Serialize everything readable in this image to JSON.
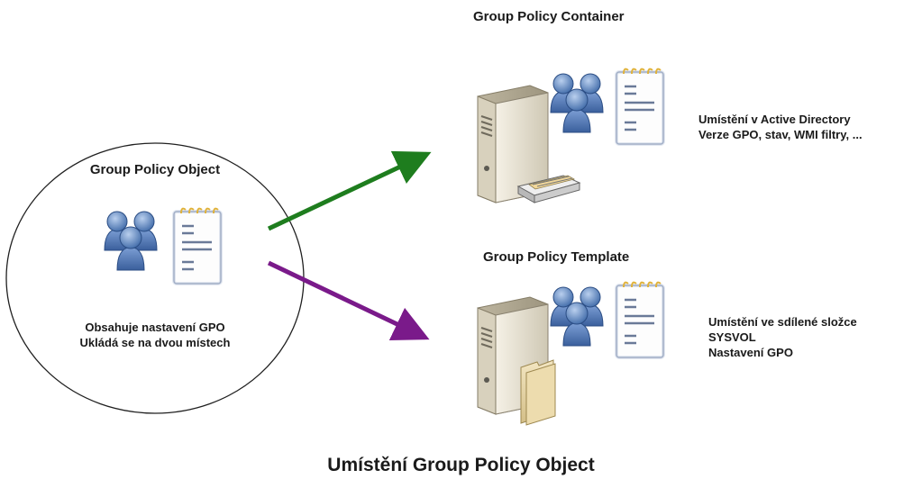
{
  "gpo": {
    "title": "Group Policy Object",
    "lines": [
      "Obsahuje nastavení GPO",
      "Ukládá se na dvou místech"
    ]
  },
  "gpc": {
    "title": "Group Policy Container",
    "lines": [
      "Umístění v Active Directory",
      "Verze GPO, stav, WMI filtry, ..."
    ]
  },
  "gpt": {
    "title": "Group Policy Template",
    "lines": [
      "Umístění ve sdílené složce",
      "SYSVOL",
      "Nastavení GPO"
    ]
  },
  "caption": "Umístění Group Policy Object",
  "colors": {
    "arrow_top": "#1e7d1e",
    "arrow_bottom": "#7a1a8a",
    "user_fill": "#5f88c4",
    "server_fill": "#e9e4d4"
  },
  "icons": [
    "users-icon",
    "document-icon",
    "server-icon",
    "directory-drawer-icon",
    "folder-icon"
  ]
}
